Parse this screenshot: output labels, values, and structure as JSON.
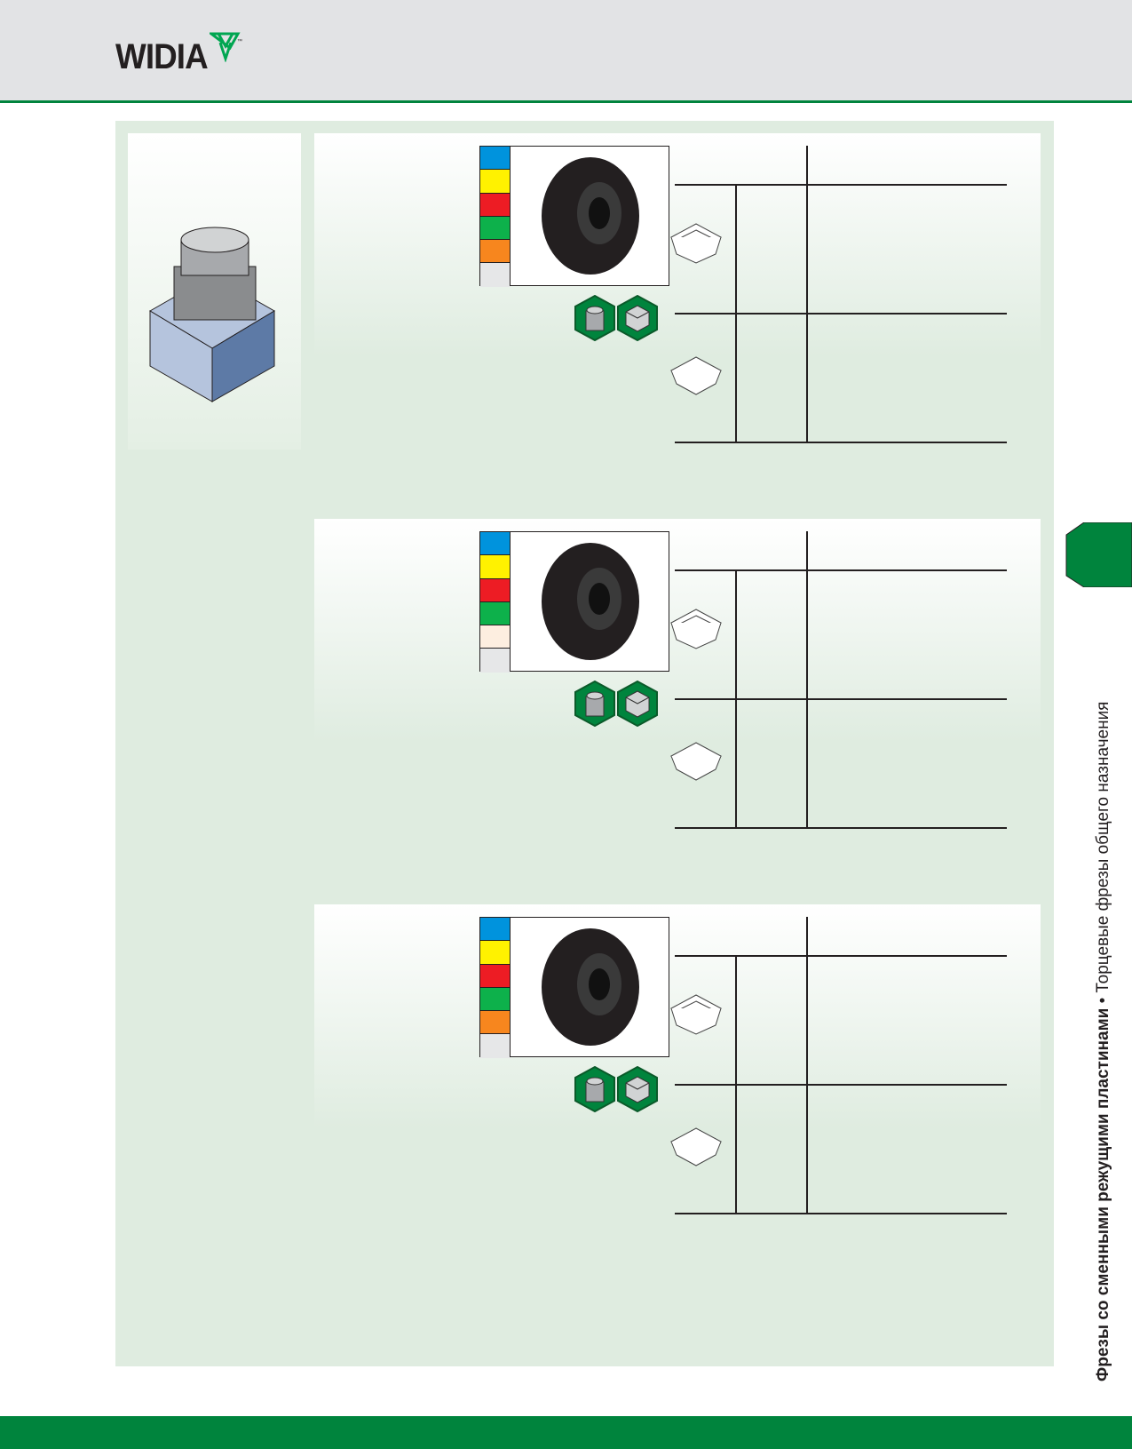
{
  "brand": {
    "name": "WIDIA",
    "trademark": "™",
    "color": "#00843d"
  },
  "side_title": {
    "bold": "Фрезы со сменными режущими пластинами",
    "separator": " • ",
    "regular": "Торцевые фрезы общего назначения"
  },
  "sections": [
    {
      "material_colors": [
        "#0093dd",
        "#fff200",
        "#ed1c24",
        "#0db14b",
        "#f7861e",
        "#e6e7e8"
      ]
    },
    {
      "material_colors": [
        "#0093dd",
        "#fff200",
        "#ed1c24",
        "#0db14b",
        "#fdeee0",
        "#e6e7e8"
      ]
    },
    {
      "material_colors": [
        "#0093dd",
        "#fff200",
        "#ed1c24",
        "#0db14b",
        "#f7861e",
        "#e6e7e8"
      ]
    }
  ]
}
